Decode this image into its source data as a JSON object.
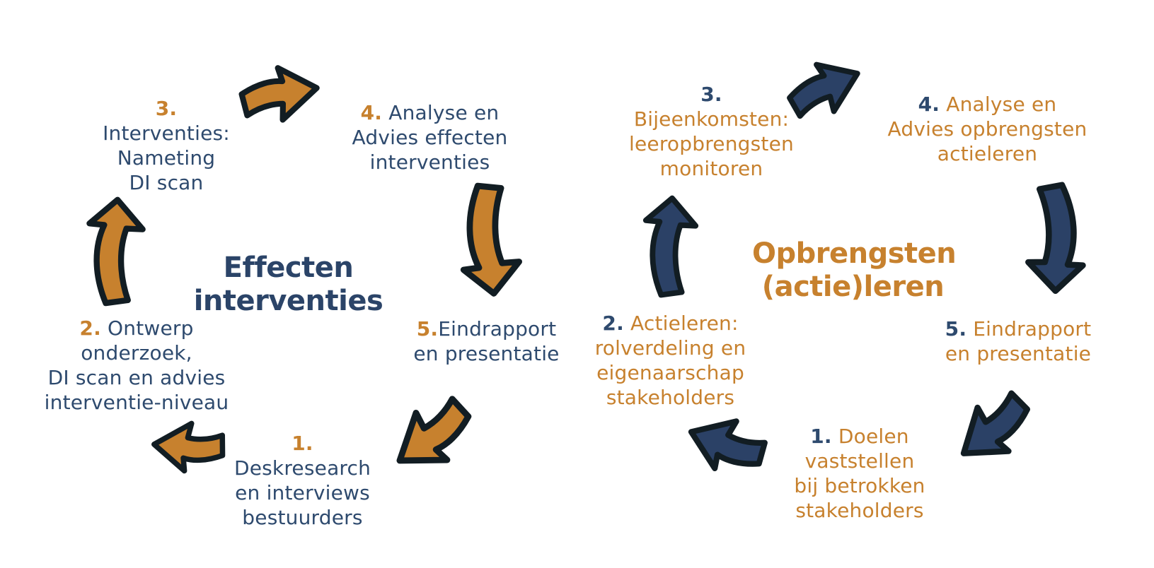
{
  "colors": {
    "background": "#ffffff",
    "orange": "#c7812e",
    "navy": "#2e4a6e",
    "navy_title": "#2b4468",
    "navy_arrow": "#2b4166",
    "outline": "#121d23"
  },
  "left_cycle": {
    "title": "Effecten\ninterventies",
    "steps": {
      "step1": {
        "number": "1.",
        "text": "\nDeskresearch\nen interviews\nbestuurders"
      },
      "step2": {
        "number": "2.",
        "text": " Ontwerp\nonderzoek,\nDI scan en advies\ninterventie-niveau"
      },
      "step3": {
        "number": "3.",
        "text": "\nInterventies:\nNameting\nDI scan"
      },
      "step4": {
        "number": "4.",
        "text": " Analyse en\nAdvies effecten\ninterventies"
      },
      "step5": {
        "number": "5.",
        "text": "Eindrapport\nen presentatie"
      }
    },
    "arrow_icons": [
      "arrow-right",
      "arrow-curved-down",
      "arrow-down-left",
      "arrow-left",
      "arrow-curved-up"
    ]
  },
  "right_cycle": {
    "title": "Opbrengsten\n(actie)leren",
    "steps": {
      "step1": {
        "number": "1.",
        "text": " Doelen\nvaststellen\nbij betrokken\nstakeholders"
      },
      "step2": {
        "number": "2.",
        "text": " Actieleren:\nrolverdeling en\neigenaarschap\nstakeholders"
      },
      "step3": {
        "number": "3.",
        "text": "\nBijeenkomsten:\nleeropbrengsten\nmonitoren"
      },
      "step4": {
        "number": "4.",
        "text": " Analyse en\nAdvies opbrengsten\nactieleren"
      },
      "step5": {
        "number": "5.",
        "text": " Eindrapport\nen presentatie"
      }
    },
    "arrow_icons": [
      "arrow-right",
      "arrow-curved-down",
      "arrow-down-left",
      "arrow-up-left",
      "arrow-curved-up"
    ]
  }
}
